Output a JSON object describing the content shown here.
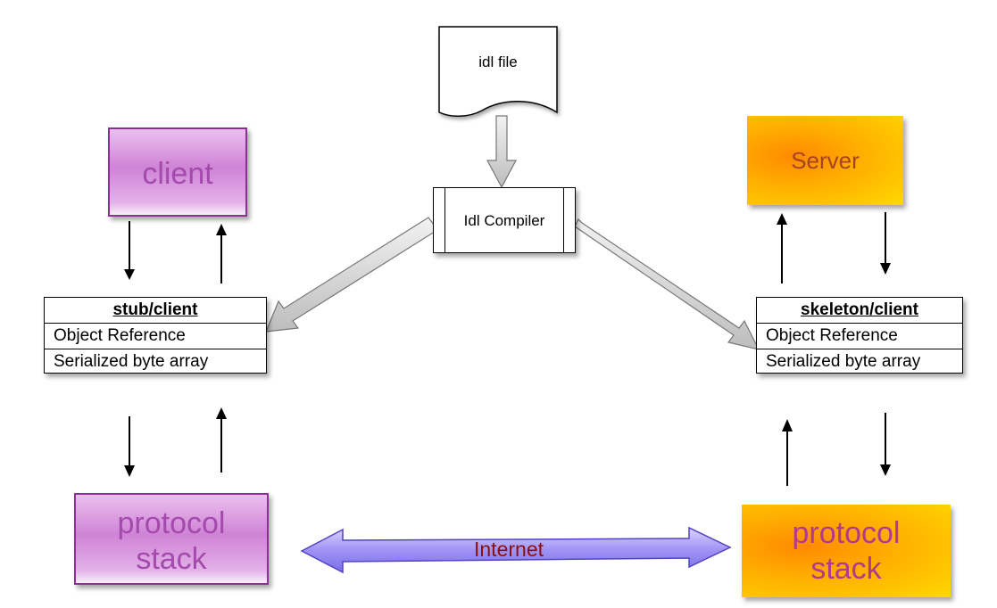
{
  "idl_file": {
    "label": "idl file"
  },
  "compiler": {
    "label": "Idl Compiler"
  },
  "client": {
    "label": "client",
    "color": "#cf83d6"
  },
  "server": {
    "label": "Server",
    "color": "#ffb000"
  },
  "stub": {
    "title": "stub/client",
    "rows": [
      "Object Reference",
      "Serialized byte array"
    ]
  },
  "skeleton": {
    "title": "skeleton/client",
    "rows": [
      "Object Reference",
      "Serialized byte array"
    ]
  },
  "protocol_left": {
    "line1": "protocol",
    "line2": "stack"
  },
  "protocol_right": {
    "line1": "protocol",
    "line2": "stack"
  },
  "internet": {
    "label": "Internet",
    "color": "#8a1010"
  }
}
